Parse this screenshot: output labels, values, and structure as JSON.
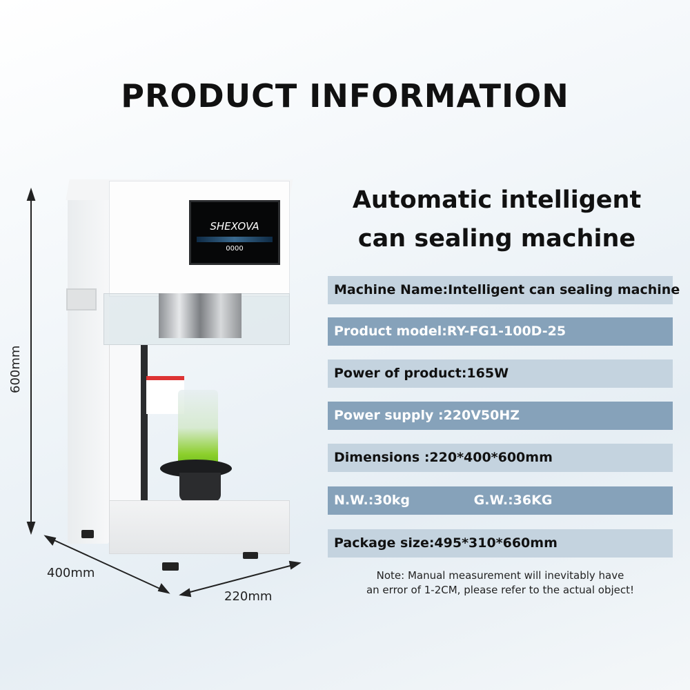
{
  "title": "PRODUCT INFORMATION",
  "subtitle_line1": "Automatic intelligent",
  "subtitle_line2": "can sealing machine",
  "specs": [
    {
      "text": "Machine Name:Intelligent can sealing machine",
      "style": "light"
    },
    {
      "text": "Product model:RY-FG1-100D-25",
      "style": "dark"
    },
    {
      "text": "Power of product:165W",
      "style": "light"
    },
    {
      "text": "Power supply :220V50HZ",
      "style": "dark"
    },
    {
      "text": "Dimensions :220*400*600mm",
      "style": "light"
    },
    {
      "text": "N.W.:30kg              G.W.:36KG",
      "style": "dark"
    },
    {
      "text": "Package size:495*310*660mm",
      "style": "light"
    }
  ],
  "note_line1": "Note: Manual measurement will inevitably have",
  "note_line2": "an error of 1-2CM, please refer to the actual object!",
  "dimensions": {
    "height": "600mm",
    "depth": "400mm",
    "width": "220mm"
  },
  "screen": {
    "brand": "SHEXOVA",
    "counter": "0000"
  },
  "colors": {
    "row_light": "#c4d3df",
    "row_dark": "#86a2ba"
  }
}
